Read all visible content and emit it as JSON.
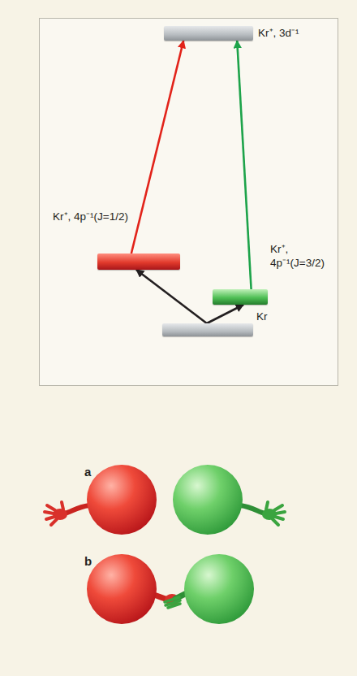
{
  "diagram": {
    "nodes": [
      {
        "text": [
          "Kr⁺, 3d⁻¹"
        ]
      },
      {
        "text": [
          "Kr⁺, 4p⁻¹(J=1/2)"
        ]
      },
      {
        "text": [
          "Kr⁺, 4p⁻¹(J=3/2)"
        ]
      },
      {
        "text": [
          "Kr"
        ]
      }
    ],
    "edges": [
      {
        "from": 3,
        "to": 1,
        "arrow": "to"
      },
      {
        "from": 3,
        "to": 2,
        "arrow": "to"
      },
      {
        "from": 1,
        "to": 0,
        "arrow": "to"
      },
      {
        "from": 2,
        "to": 0,
        "arrow": "to"
      }
    ],
    "labels": [
      "a",
      "b"
    ]
  }
}
